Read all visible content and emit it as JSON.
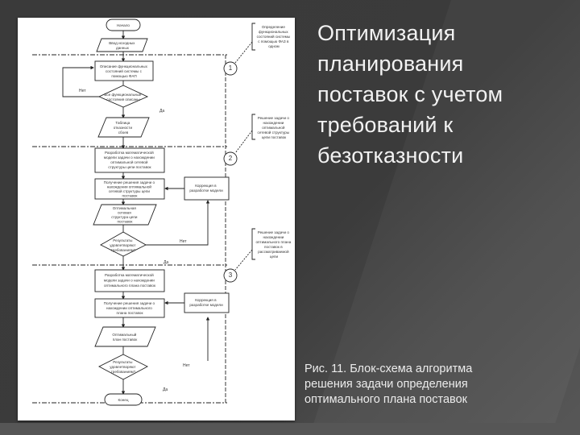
{
  "slide": {
    "title_lines": [
      "Оптимизация",
      "планирования",
      "поставок с учетом",
      "требований к",
      "безотказности"
    ],
    "caption_lines": [
      "Рис. 11. Блок-схема алгоритма",
      "решения задачи определения",
      "оптимального плана поставок"
    ],
    "colors": {
      "background": "#3b3b3b",
      "title_text": "#f2f2f2",
      "figure_background": "#ffffff",
      "flowchart_lines": "#222222"
    }
  },
  "flowchart": {
    "nodes": {
      "start": "Начало",
      "input": [
        "Ввод исходных",
        "данных"
      ],
      "process1": [
        "Описание функциональных",
        "состояний системы с",
        "помощью ФАП"
      ],
      "decision1": [
        "Все функциональные",
        "состояния описаны"
      ],
      "output1": [
        "Таблица",
        "отказности",
        "сбоев"
      ],
      "process2": [
        "Разработка математической",
        "модели задачи о нахождении",
        "оптимальной сетевой",
        "структуры цепи поставок"
      ],
      "process3": [
        "Получение решения задачи о",
        "нахождении оптимальной",
        "сетевой структуры цепи",
        "поставок"
      ],
      "correction1": [
        "Коррекция в",
        "разработке модели"
      ],
      "output2": [
        "Оптимальная",
        "сетевая",
        "структура цепи",
        "поставок"
      ],
      "decision2": [
        "Результаты",
        "удовлетворяют",
        "требованиям?"
      ],
      "process4": [
        "Разработка математической",
        "модели задачи о нахождении",
        "оптимального плана поставок"
      ],
      "process5": [
        "Получение решения задачи о",
        "нахождении оптимального",
        "плана поставок"
      ],
      "correction2": [
        "Коррекция в",
        "разработке модели"
      ],
      "output3": [
        "Оптимальный",
        "план поставок"
      ],
      "decision3": [
        "Результаты",
        "удовлетворяют",
        "требованиям?"
      ],
      "end": "Конец"
    },
    "branch_labels": {
      "no": "Нет",
      "yes": "Да"
    },
    "stages": [
      {
        "number": "1",
        "note": [
          "Определение",
          "функциональных",
          "состояний системы",
          "с помощью ФАЗ в",
          "одном"
        ]
      },
      {
        "number": "2",
        "note": [
          "Решение задачи о",
          "нахождении",
          "оптимальной",
          "сетевой структуры",
          "цепи поставок"
        ]
      },
      {
        "number": "3",
        "note": [
          "Решение задачи о",
          "нахождении",
          "оптимального плана",
          "поставок в",
          "рассматриваемой",
          "цепи"
        ]
      }
    ]
  }
}
